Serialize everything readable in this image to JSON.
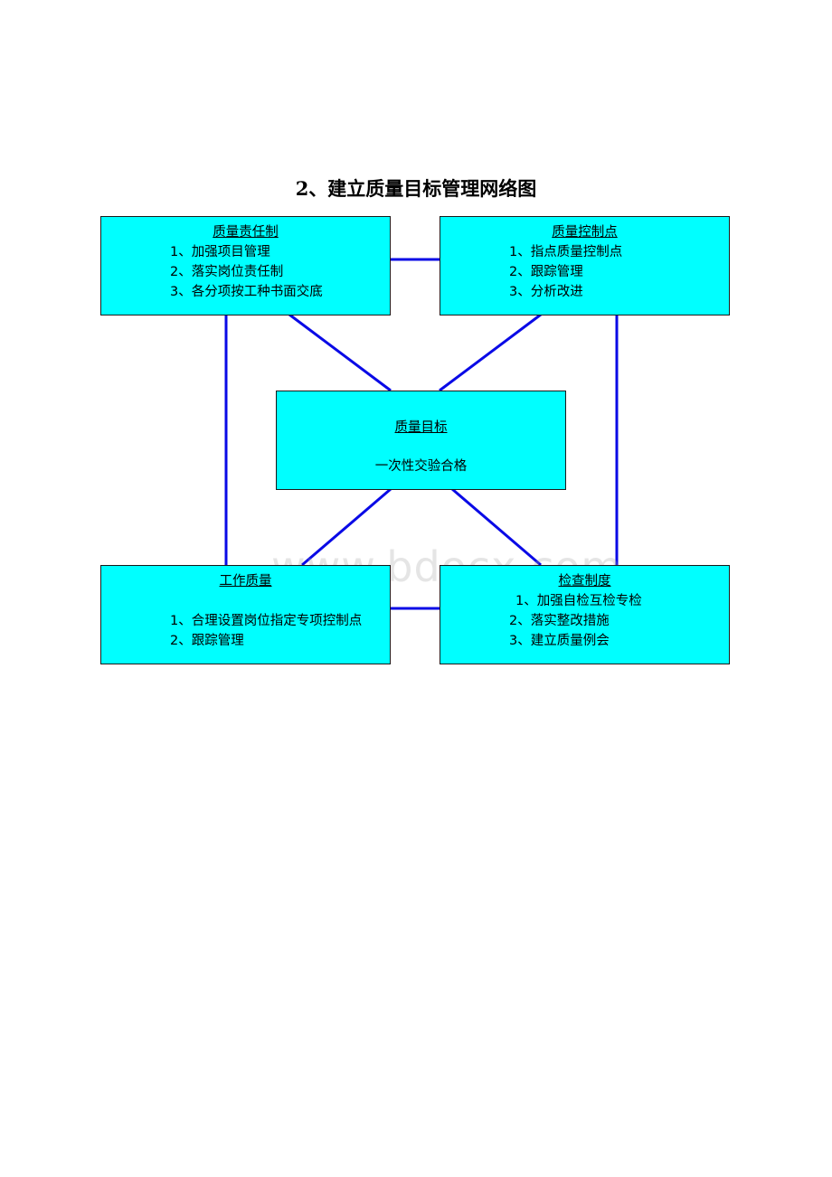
{
  "title": "2、建立质量目标管理网络图",
  "colors": {
    "box_fill": "#00ffff",
    "connector": "#0a0ae6",
    "box_border": "#1a1a1a"
  },
  "nodes": {
    "responsibility": {
      "heading": "质量责任制",
      "items": [
        "1、加强项目管理",
        "2、落实岗位责任制",
        "3、各分项按工种书面交底"
      ]
    },
    "control_points": {
      "heading": "质量控制点",
      "items": [
        "1、指点质量控制点",
        "2、跟踪管理",
        "3、分析改进"
      ]
    },
    "goal": {
      "heading": "质量目标",
      "subtitle": "一次性交验合格"
    },
    "work_quality": {
      "heading": "工作质量",
      "items": [
        "1、合理设置岗位指定专项控制点",
        "2、跟踪管理"
      ]
    },
    "inspection": {
      "heading": "检查制度",
      "items": [
        "1、加强自检互检专检",
        "2、落实整改措施",
        "3、建立质量例会"
      ]
    }
  },
  "watermark": "www.bdocx.com"
}
